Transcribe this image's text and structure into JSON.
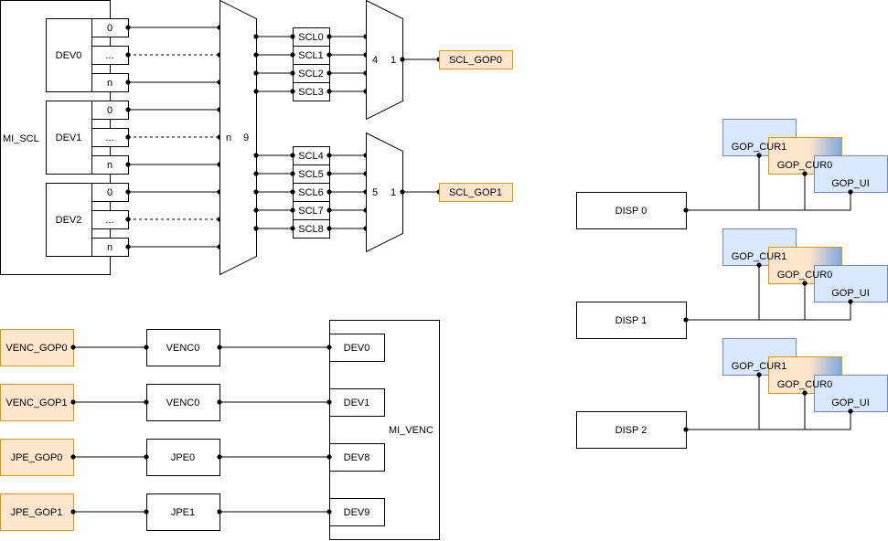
{
  "scl": {
    "mi_scl": "MI_SCL",
    "devs": [
      {
        "name": "DEV0",
        "ports": [
          "0",
          "...",
          "n"
        ]
      },
      {
        "name": "DEV1",
        "ports": [
          "0",
          "...",
          "n"
        ]
      },
      {
        "name": "DEV2",
        "ports": [
          "0",
          "...",
          "n"
        ]
      }
    ],
    "mux_in_label": "n",
    "mux_out_label": "9",
    "scl_units": [
      "SCL0",
      "SCL1",
      "SCL2",
      "SCL3",
      "SCL4",
      "SCL5",
      "SCL6",
      "SCL7",
      "SCL8"
    ],
    "mux2": [
      {
        "in": "4",
        "out": "1",
        "gop": "SCL_GOP0"
      },
      {
        "in": "5",
        "out": "1",
        "gop": "SCL_GOP1"
      }
    ]
  },
  "venc": {
    "mi_venc": "MI_VENC",
    "rows": [
      {
        "gop": "VENC_GOP0",
        "enc": "VENC0",
        "dev": "DEV0"
      },
      {
        "gop": "VENC_GOP1",
        "enc": "VENC0",
        "dev": "DEV1"
      },
      {
        "gop": "JPE_GOP0",
        "enc": "JPE0",
        "dev": "DEV8"
      },
      {
        "gop": "JPE_GOP1",
        "enc": "JPE1",
        "dev": "DEV9"
      }
    ]
  },
  "disp": [
    {
      "name": "DISP 0",
      "gops": [
        "GOP_CUR1",
        "GOP_CUR0",
        "GOP_UI"
      ]
    },
    {
      "name": "DISP 1",
      "gops": [
        "GOP_CUR1",
        "GOP_CUR0",
        "GOP_UI"
      ]
    },
    {
      "name": "DISP 2",
      "gops": [
        "GOP_CUR1",
        "GOP_CUR0",
        "GOP_UI"
      ]
    }
  ],
  "colors": {
    "orange_fill": "#ffe6cc",
    "orange_stroke": "#d79b00",
    "blue_fill": "#dae8fc",
    "blue_stroke": "#6c8ebf"
  }
}
